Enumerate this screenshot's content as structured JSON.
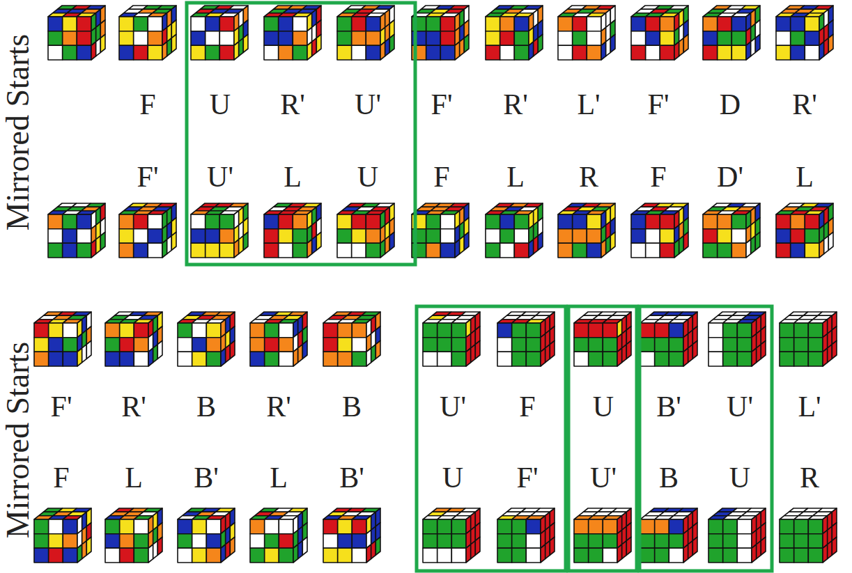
{
  "diagram": {
    "labels": [
      "Mirrored Starts",
      "F",
      "U",
      "R'",
      "U'",
      "F'",
      "R'",
      "L'",
      "F'",
      "D",
      "R'",
      "F'",
      "U'",
      "L",
      "U",
      "F",
      "L",
      "R",
      "F",
      "D'",
      "L",
      "Mirrored Starts",
      "F'",
      "R'",
      "B",
      "R'",
      "B",
      "U'",
      "F",
      "U",
      "B'",
      "U'",
      "L'",
      "F",
      "L",
      "B'",
      "L",
      "B'",
      "U",
      "F'",
      "U'",
      "B",
      "U",
      "R"
    ]
  }
}
